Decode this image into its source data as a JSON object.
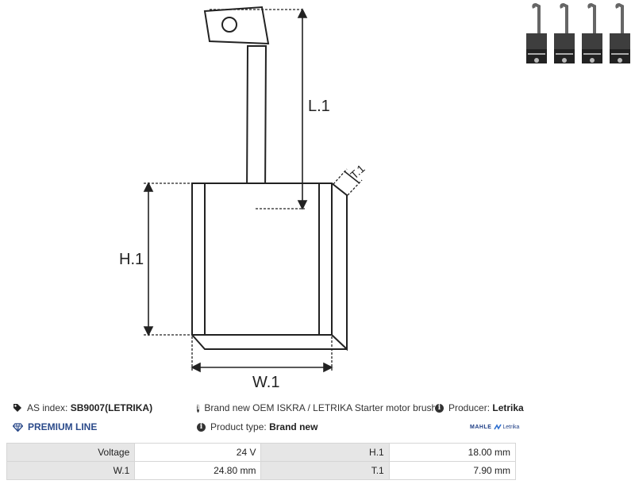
{
  "drawing": {
    "labels": {
      "l1": "L.1",
      "h1": "H.1",
      "w1": "W.1",
      "t1": "T.1"
    }
  },
  "info": {
    "as_index_label": "AS index:",
    "as_index_value": "SB9007(LETRIKA)",
    "premium_label": "PREMIUM LINE",
    "description": "Brand new OEM ISKRA / LETRIKA Starter motor brush set",
    "product_type_label": "Product type:",
    "product_type_value": "Brand new",
    "producer_label": "Producer:",
    "producer_value": "Letrika",
    "brand_logo": {
      "mahle": "MAHLE",
      "letrika": "Letrika"
    }
  },
  "specs": [
    {
      "k1": "Voltage",
      "v1": "24 V",
      "k2": "H.1",
      "v2": "18.00 mm"
    },
    {
      "k1": "W.1",
      "v1": "24.80 mm",
      "k2": "T.1",
      "v2": "7.90 mm"
    }
  ],
  "icons": {
    "tag": "tag-icon",
    "diamond": "diamond-icon",
    "info": "info-icon"
  }
}
